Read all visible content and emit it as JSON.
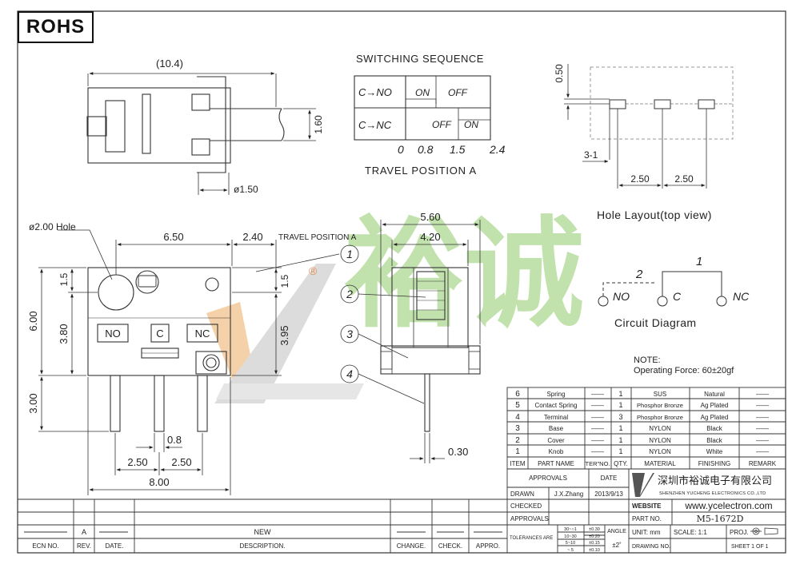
{
  "rohs_label": "ROHS",
  "top_view": {
    "length_dim": "(10.4)",
    "height_dim": "1.60",
    "dia_dim": "ø1.50"
  },
  "switching": {
    "title": "SWITCHING SEQUENCE",
    "row1_label": "C→NO",
    "row1_on": "ON",
    "row1_off": "OFF",
    "row2_label": "C→NC",
    "row2_off": "OFF",
    "row2_on": "ON",
    "positions": [
      "0",
      "0.8",
      "1.5",
      "2.4"
    ],
    "axis_title": "TRAVEL POSITION A"
  },
  "hole_layout": {
    "dim_050": "0.50",
    "dim_3_1": "3-1",
    "pitch1": "2.50",
    "pitch2": "2.50",
    "title": "Hole Layout(top view)"
  },
  "circuit": {
    "label_2": "2",
    "label_1": "1",
    "no": "NO",
    "c": "C",
    "nc": "NC",
    "title": "Circuit Diagram"
  },
  "front_view": {
    "hole_label": "ø2.00 Hole",
    "dim_650": "6.50",
    "dim_240": "2.40",
    "travel_label": "TRAVEL POSITION A",
    "dim_15_left": "1.5",
    "dim_15_right": "1.5",
    "dim_600": "6.00",
    "dim_380": "3.80",
    "dim_395": "3.95",
    "dim_300": "3.00",
    "dim_08": "0.8",
    "dim_250a": "2.50",
    "dim_250b": "2.50",
    "dim_800": "8.00",
    "term_no": "NO",
    "term_c": "C",
    "term_nc": "NC"
  },
  "side_view": {
    "dim_560": "5.60",
    "dim_420": "4.20",
    "dim_030": "0.30",
    "balloons": [
      "1",
      "2",
      "3",
      "4"
    ]
  },
  "note": {
    "line1": "NOTE:",
    "line2": "Operating Force: 60±20gf"
  },
  "watermark": {
    "text": "裕诚",
    "reg": "®"
  },
  "bom": {
    "rows": [
      {
        "no": "6",
        "part": "Spring",
        "ter": "——",
        "qty": "1",
        "material": "SUS",
        "finish": "Natural",
        "remark": "——"
      },
      {
        "no": "5",
        "part": "Contact Spring",
        "ter": "——",
        "qty": "1",
        "material": "Phosphor Bronze",
        "finish": "Ag Plated",
        "remark": "——"
      },
      {
        "no": "4",
        "part": "Terminal",
        "ter": "——",
        "qty": "3",
        "material": "Phosphor Bronze",
        "finish": "Ag Plated",
        "remark": "——"
      },
      {
        "no": "3",
        "part": "Base",
        "ter": "——",
        "qty": "1",
        "material": "NYLON",
        "finish": "Black",
        "remark": "——"
      },
      {
        "no": "2",
        "part": "Cover",
        "ter": "——",
        "qty": "1",
        "material": "NYLON",
        "finish": "Black",
        "remark": "——"
      },
      {
        "no": "1",
        "part": "Knob",
        "ter": "——",
        "qty": "1",
        "material": "NYLON",
        "finish": "White",
        "remark": "——"
      }
    ],
    "headers": [
      "ITEM",
      "PART NAME",
      "TER\"NO.",
      "QTY.",
      "MATERIAL",
      "FINISHING",
      "REMARK"
    ]
  },
  "title_block": {
    "approvals_h": "APPROVALS",
    "date_h": "DATE",
    "drawn": "DRAWN",
    "drawn_by": "J.X.Zhang",
    "drawn_date": "2013/9/13",
    "checked": "CHECKED",
    "approvals": "APPROVALS",
    "company_cn": "深圳市裕诚电子有限公司",
    "company_en": "SHENZHEN YUCHENG ELECTRONICS CO.,LTD",
    "website_h": "WEBSITE",
    "website": "www.ycelectron.com",
    "partno_h": "PART NO.",
    "partno": "M5-1672D",
    "tolerances_h": "TOLERANCES ARE",
    "tol_ranges": [
      "30~○1",
      "10~30",
      "5~10",
      "~ 5"
    ],
    "tol_values": [
      "±0.30",
      "±0.20",
      "±0.15",
      "±0.10"
    ],
    "angle_h": "ANGLE",
    "angle_v": "±2˚",
    "unit": "UNIT: mm",
    "scale": "SCALE: 1:1",
    "proj": "PROJ.",
    "drawing_no": "DRAWING NO.",
    "sheet": "SHEET 1 OF 1"
  },
  "revision": {
    "rev_a": "A",
    "new": "NEW",
    "headers": [
      "ECN NO.",
      "REV.",
      "DATE.",
      "DESCRIPTION.",
      "CHANGE.",
      "CHECK.",
      "APPRO."
    ]
  }
}
